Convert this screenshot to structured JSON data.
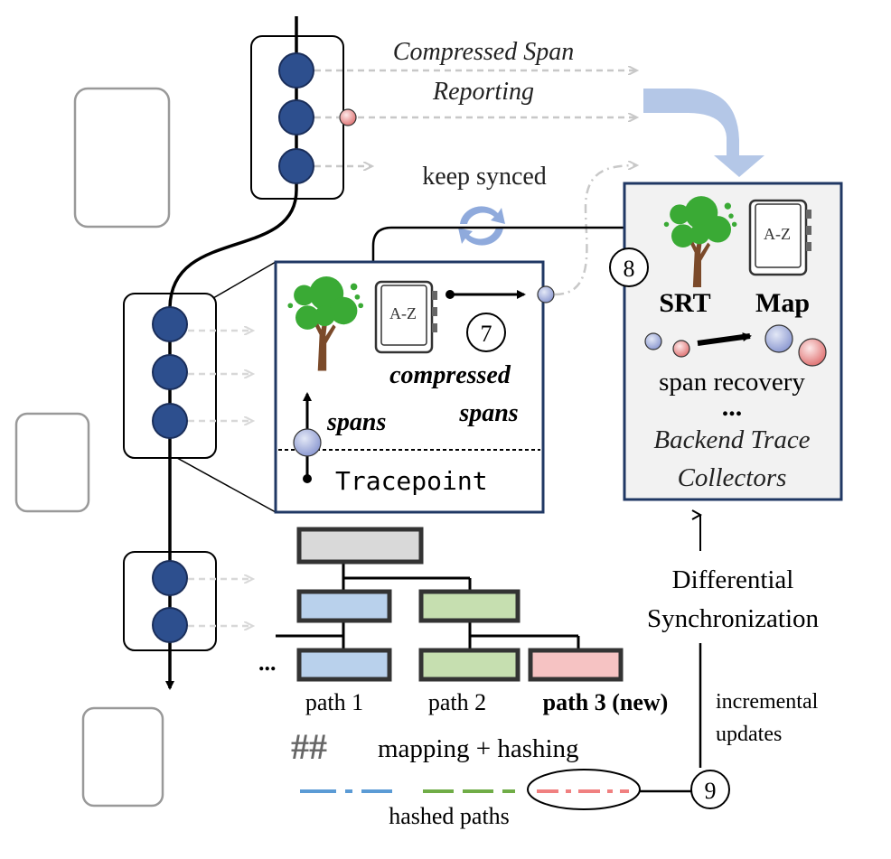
{
  "labels": {
    "compressed_span_line1": "Compressed Span",
    "compressed_span_line2": "Reporting",
    "keep_synced": "keep synced",
    "step7": "7",
    "step8": "8",
    "step9": "9",
    "compressed_spans_line1": "compressed",
    "compressed_spans_line2": "spans",
    "spans": "spans",
    "tracepoint": "Tracepoint",
    "srt": "SRT",
    "map": "Map",
    "span_recovery": "span recovery",
    "ellipsis_bold": "...",
    "backend_line1": "Backend Trace",
    "backend_line2": "Collectors",
    "diff_sync_line1": "Differential",
    "diff_sync_line2": "Synchronization",
    "incremental_line1": "incremental",
    "incremental_line2": "updates",
    "path1": "path 1",
    "path2": "path 2",
    "path3": "path 3 (new)",
    "tree_ellipsis": "...",
    "hash_symbol": "##",
    "mapping_hashing": "mapping + hashing",
    "hashed_paths": "hashed paths",
    "book_label": "A-Z"
  },
  "colors": {
    "node_fill": "#2d4f8e",
    "node_stroke": "#1a2e5a",
    "path1_fill": "#b9d1ec",
    "path2_fill": "#c6dfb0",
    "path3_fill": "#f6c3c3",
    "root_fill": "#d9d9d9",
    "collector_bg": "#f2f2f2",
    "big_arrow": "#b4c7e7",
    "hash_blue": "#5b9bd5",
    "hash_green": "#70ad47",
    "hash_red": "#f08080",
    "tree_green": "#3aaa35",
    "trunk_brown": "#7b4a2a"
  }
}
